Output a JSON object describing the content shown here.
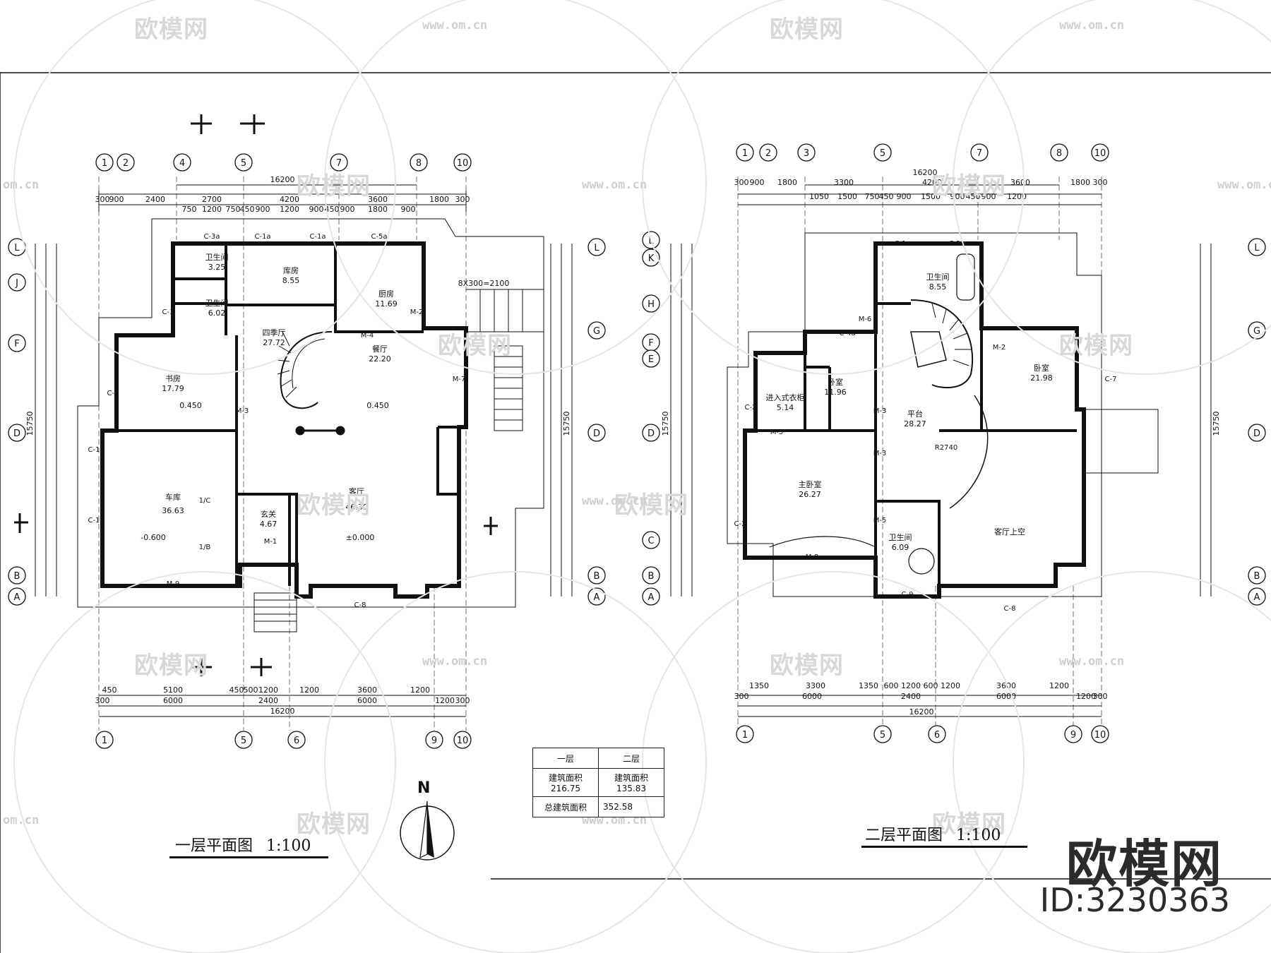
{
  "watermark": {
    "brand": "欧模网",
    "id_text": "ID:3230363",
    "url": "www.om.cn",
    "url_short": "om.cn"
  },
  "plans": [
    {
      "title": "一层平面图",
      "scale": "1:100",
      "grid_top": [
        "1",
        "2",
        "4",
        "5",
        "7",
        "8",
        "10"
      ],
      "grid_bottom": [
        "1",
        "5",
        "6",
        "9",
        "10"
      ],
      "grid_left": [
        "L",
        "J",
        "F",
        "D",
        "B",
        "A"
      ],
      "grid_right": [
        "L",
        "G",
        "D",
        "B",
        "A"
      ],
      "dims_top_row1": [
        "300",
        "900",
        "2400",
        "2700",
        "4200",
        "3600",
        "1800",
        "300"
      ],
      "dims_top_total": "16200",
      "dims_top_row2": [
        "750",
        "1200",
        "750",
        "450",
        "900",
        "1200",
        "900",
        "450",
        "900",
        "1800",
        "900"
      ],
      "dims_bottom_row1": [
        "450",
        "5100",
        "450",
        "500",
        "1200",
        "1200",
        "3600",
        "1200"
      ],
      "dims_bottom_row2": [
        "300",
        "6000",
        "2400",
        "6000",
        "1200",
        "300"
      ],
      "dims_bottom_total": "16200",
      "dims_left_total": "15750",
      "dims_right_total": "15750",
      "rooms": [
        {
          "name": "卫生间",
          "area": "3.25"
        },
        {
          "name": "卫生间",
          "area": "6.02"
        },
        {
          "name": "库房",
          "area": "8.55"
        },
        {
          "name": "厨房",
          "area": "11.69"
        },
        {
          "name": "四季厅",
          "area": "27.72"
        },
        {
          "name": "餐厅",
          "area": "22.20"
        },
        {
          "name": "书房",
          "area": "17.79"
        },
        {
          "name": "车库",
          "area": "36.63"
        },
        {
          "name": "玄关",
          "area": "4.67"
        },
        {
          "name": "客厅",
          "area": "46.30"
        }
      ],
      "levels": [
        "0.450",
        "0.450",
        "-0.600",
        "±0.000"
      ],
      "stair_note": "8X300=2100",
      "labels": [
        "C-3a",
        "C-1a",
        "C-1a",
        "C-5a",
        "C-3",
        "C-6",
        "C-1",
        "C-1",
        "M-9",
        "M-1",
        "M-4",
        "M-7",
        "M-2",
        "M-3",
        "C-8",
        "1/C",
        "1/B"
      ]
    },
    {
      "title": "二层平面图",
      "scale": "1:100",
      "grid_top": [
        "1",
        "2",
        "3",
        "5",
        "7",
        "8",
        "10"
      ],
      "grid_bottom": [
        "1",
        "5",
        "6",
        "9",
        "10"
      ],
      "grid_left": [
        "L",
        "K",
        "H",
        "F",
        "E",
        "D",
        "C",
        "B",
        "A"
      ],
      "grid_right": [
        "L",
        "G",
        "D",
        "B",
        "A"
      ],
      "dims_top_row1": [
        "300",
        "900",
        "1800",
        "3300",
        "4200",
        "3600",
        "1800",
        "300"
      ],
      "dims_top_total": "16200",
      "dims_top_row2": [
        "1050",
        "1500",
        "750",
        "450",
        "900",
        "1500",
        "900",
        "450",
        "900",
        "1200"
      ],
      "dims_bottom_row1": [
        "1350",
        "3300",
        "1350",
        "600",
        "1200",
        "600",
        "1200",
        "3600",
        "1200"
      ],
      "dims_bottom_row2": [
        "300",
        "6000",
        "2400",
        "6000",
        "1200",
        "300"
      ],
      "dims_bottom_total": "16200",
      "dims_left_total": "15750",
      "dims_right_total": "15750",
      "rooms": [
        {
          "name": "卫生间",
          "area": "8.55"
        },
        {
          "name": "卧室",
          "area": "11.96"
        },
        {
          "name": "进入式衣柜",
          "area": "5.14"
        },
        {
          "name": "平台",
          "area": "28.27"
        },
        {
          "name": "卧室",
          "area": "21.98"
        },
        {
          "name": "主卧室",
          "area": "26.27"
        },
        {
          "name": "卫生间",
          "area": "6.09"
        },
        {
          "name": "客厅上空",
          "area": ""
        }
      ],
      "labels": [
        "C-1a",
        "C-1a",
        "C-4a",
        "C-2",
        "C-2",
        "C-7",
        "C-8",
        "C-9",
        "M-2",
        "M-3",
        "M-3",
        "M-5",
        "M-5",
        "M-6",
        "M-8",
        "R2740"
      ]
    }
  ],
  "area_table": {
    "headers": [
      "一层",
      "二层"
    ],
    "row1": [
      "建筑面积 216.75",
      "建筑面积 135.83"
    ],
    "row2_label": "总建筑面积",
    "row2_value": "352.58"
  },
  "north_arrow": "N"
}
